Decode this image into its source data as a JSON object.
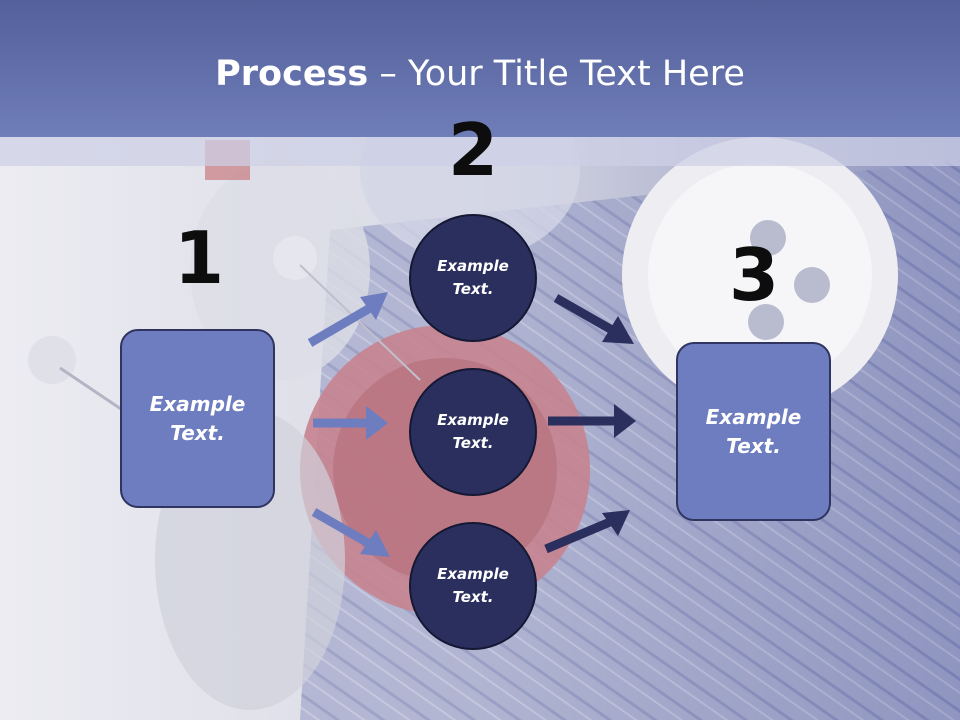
{
  "slide": {
    "title_bold": "Process",
    "title_rest": " – Your Title Text Here"
  },
  "numbers": [
    "1",
    "2",
    "3"
  ],
  "left_box": {
    "text_line1": "Example",
    "text_line2": "Text."
  },
  "right_box": {
    "text_line1": "Example",
    "text_line2": "Text."
  },
  "circles": [
    {
      "line1": "Example",
      "line2": "Text."
    },
    {
      "line1": "Example",
      "line2": "Text."
    },
    {
      "line1": "Example",
      "line2": "Text."
    }
  ],
  "colors": {
    "header": "#5a67a6",
    "box_fill": "#6e7dbf",
    "circle_fill": "#2b2f5e",
    "arrow_light": "#6e7dbf",
    "arrow_dark": "#2b2f5e"
  }
}
